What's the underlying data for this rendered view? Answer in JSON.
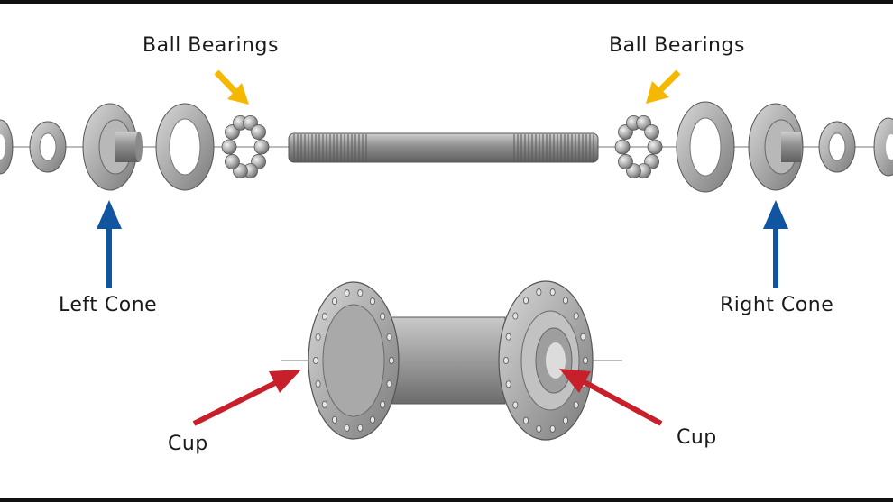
{
  "labels": {
    "ball_bearings_left": "Ball Bearings",
    "ball_bearings_right": "Ball Bearings",
    "left_cone": "Left Cone",
    "right_cone": "Right Cone",
    "cup_left": "Cup",
    "cup_right": "Cup"
  },
  "colors": {
    "yellow_arrow": "#f5b800",
    "blue_arrow": "#1155a0",
    "red_arrow": "#c8202a",
    "metal": "#9a9a9a",
    "metal_dark": "#6e6e6e",
    "metal_light": "#d0d0d0"
  },
  "icons": {
    "bearing": "ball-bearing-ring-icon",
    "hub": "hub-shell-icon"
  }
}
